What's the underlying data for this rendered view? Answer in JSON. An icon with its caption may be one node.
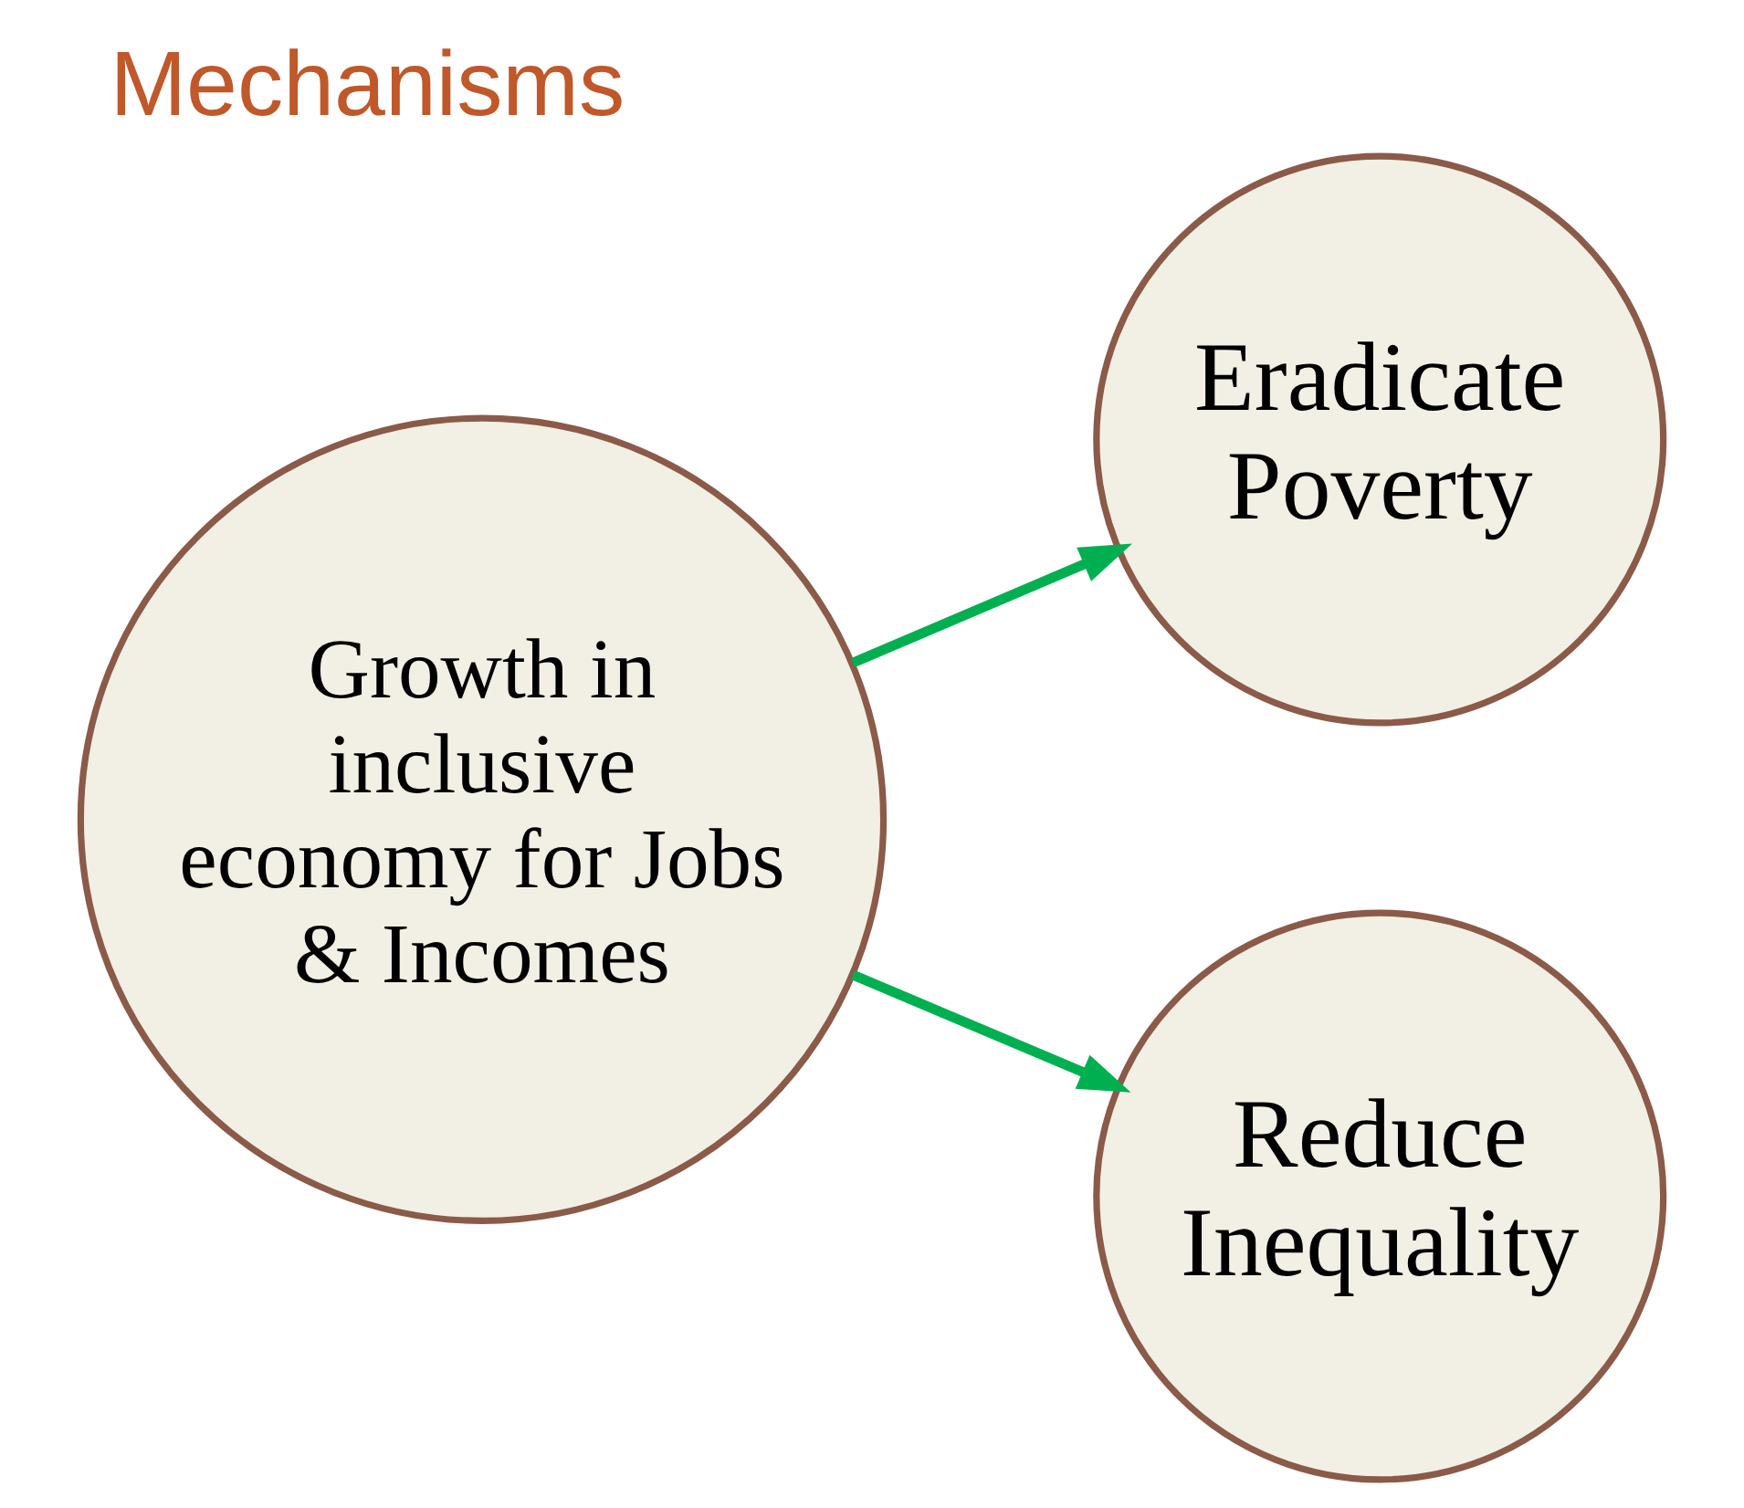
{
  "diagram": {
    "title": "Mechanisms",
    "nodes": [
      {
        "text": [
          "Growth in inclusive economy for Jobs & Incomes"
        ]
      },
      {
        "text": [
          "Eradicate Poverty"
        ]
      },
      {
        "text": [
          "Reduce Inequality"
        ]
      }
    ],
    "edges": [
      {
        "from": 0,
        "to": 1,
        "arrow": "to",
        "color": "#00b050"
      },
      {
        "from": 0,
        "to": 2,
        "arrow": "to",
        "color": "#00b050"
      }
    ]
  }
}
